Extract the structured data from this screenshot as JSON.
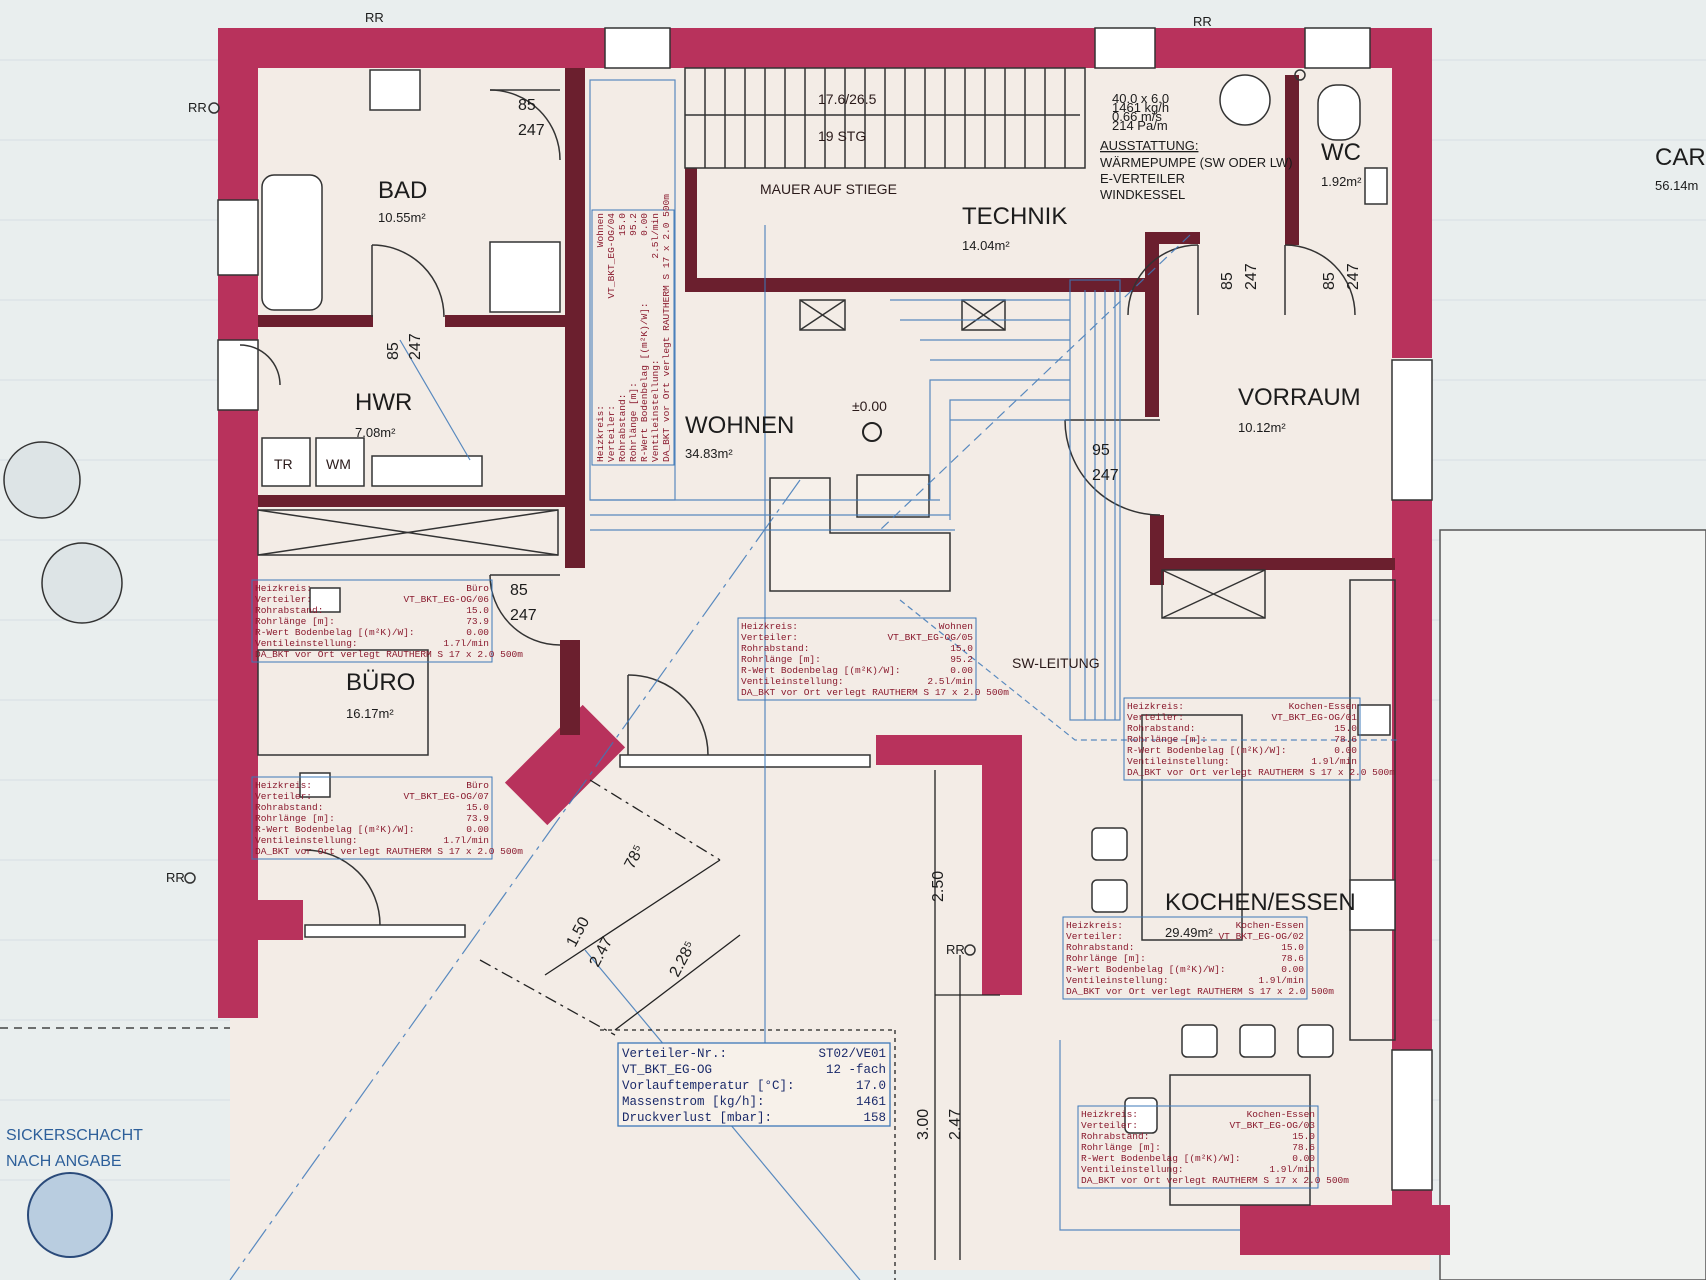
{
  "rooms": {
    "bad": {
      "name": "BAD",
      "area": "10.55m²"
    },
    "hwr": {
      "name": "HWR",
      "area": "7.08m²"
    },
    "buero": {
      "name": "BÜRO",
      "area": "16.17m²"
    },
    "wohnen": {
      "name": "WOHNEN",
      "area": "34.83m²"
    },
    "technik": {
      "name": "TECHNIK",
      "area": "14.04m²"
    },
    "wc": {
      "name": "WC",
      "area": "1.92m²"
    },
    "vorraum": {
      "name": "VORRAUM",
      "area": "10.12m²"
    },
    "kochen": {
      "name": "KOCHEN/ESSEN",
      "area": "29.49m²"
    },
    "carport": {
      "name": "CAR",
      "area": "56.14m"
    }
  },
  "labels": {
    "stair_ratio": "17.6/26.5",
    "stair_steps": "19 STG",
    "mauer": "MAUER AUF STIEGE",
    "level": "±0.00",
    "tr": "TR",
    "wm": "WM",
    "sw_leitung": "SW-LEITUNG",
    "sickerschacht_1": "SICKERSCHACHT",
    "sickerschacht_2": "NACH ANGABE",
    "rr": "RR",
    "tech_specs": [
      "40.0 x 6.0",
      "1461 kg/h",
      "0.66 m/s",
      "214 Pa/m"
    ],
    "ausstattung_title": "AUSSTATTUNG:",
    "ausstattung": [
      "WÄRMEPUMPE (SW ODER LW)",
      "E-VERTEILER",
      "WINDKESSEL"
    ]
  },
  "doors": {
    "d85": "85",
    "d95": "95",
    "d247": "247"
  },
  "dimensions": {
    "d150": "1.50",
    "d247": "2.47",
    "d228": "2.28⁵",
    "d78": "78⁵",
    "d250": "2.50",
    "d300": "3.00"
  },
  "heizkreise": [
    {
      "id": "wohnen_top",
      "lines": [
        "Heizkreis:",
        "Verteiler:",
        "Rohrabstand:",
        "Rohrlänge [m]:",
        "R-Wert Bodenbelag [(m²K)/W]:",
        "Ventileinstellung:",
        "DA_BKT vor Ort verlegt RAUTHERM S 17 x 2.0 500m"
      ],
      "values": [
        "Wohnen",
        "VT_BKT_EG-OG/04",
        "15.0",
        "95.2",
        "0.00",
        "2.5l/min"
      ]
    },
    {
      "id": "buero_top",
      "lines": [
        "Heizkreis:",
        "Verteiler:",
        "Rohrabstand:",
        "Rohrlänge [m]:",
        "R-Wert Bodenbelag [(m²K)/W]:",
        "Ventileinstellung:",
        "DA_BKT vor Ort verlegt RAUTHERM S 17 x 2.0 500m"
      ],
      "values": [
        "Büro",
        "VT_BKT_EG-OG/06",
        "15.0",
        "73.9",
        "0.00",
        "1.7l/min"
      ]
    },
    {
      "id": "buero_bottom",
      "lines": [
        "Heizkreis:",
        "Verteiler:",
        "Rohrabstand:",
        "Rohrlänge [m]:",
        "R-Wert Bodenbelag [(m²K)/W]:",
        "Ventileinstellung:",
        "DA_BKT vor Ort verlegt RAUTHERM S 17 x 2.0 500m"
      ],
      "values": [
        "Büro",
        "VT_BKT_EG-OG/07",
        "15.0",
        "73.9",
        "0.00",
        "1.7l/min"
      ]
    },
    {
      "id": "wohnen_mid",
      "lines": [
        "Heizkreis:",
        "Verteiler:",
        "Rohrabstand:",
        "Rohrlänge [m]:",
        "R-Wert Bodenbelag [(m²K)/W]:",
        "Ventileinstellung:",
        "DA_BKT vor Ort verlegt RAUTHERM S 17 x 2.0 500m"
      ],
      "values": [
        "Wohnen",
        "VT_BKT_EG-OG/05",
        "15.0",
        "95.2",
        "0.00",
        "2.5l/min"
      ]
    },
    {
      "id": "kochen_1",
      "lines": [
        "Heizkreis:",
        "Verteiler:",
        "Rohrabstand:",
        "Rohrlänge [m]:",
        "R-Wert Bodenbelag [(m²K)/W]:",
        "Ventileinstellung:",
        "DA_BKT vor Ort verlegt RAUTHERM S 17 x 2.0 500m"
      ],
      "values": [
        "Kochen-Essen",
        "VT_BKT_EG-OG/01",
        "15.0",
        "78.6",
        "0.00",
        "1.9l/min"
      ]
    },
    {
      "id": "kochen_2",
      "lines": [
        "Heizkreis:",
        "Verteiler:",
        "Rohrabstand:",
        "Rohrlänge [m]:",
        "R-Wert Bodenbelag [(m²K)/W]:",
        "Ventileinstellung:",
        "DA_BKT vor Ort verlegt RAUTHERM S 17 x 2.0 500m"
      ],
      "values": [
        "Kochen-Essen",
        "VT_BKT_EG-OG/02",
        "15.0",
        "78.6",
        "0.00",
        "1.9l/min"
      ]
    },
    {
      "id": "kochen_3",
      "lines": [
        "Heizkreis:",
        "Verteiler:",
        "Rohrabstand:",
        "Rohrlänge [m]:",
        "R-Wert Bodenbelag [(m²K)/W]:",
        "Ventileinstellung:",
        "DA_BKT vor Ort verlegt RAUTHERM S 17 x 2.0 500m"
      ],
      "values": [
        "Kochen-Essen",
        "VT_BKT_EG-OG/03",
        "15.0",
        "78.6",
        "0.00",
        "1.9l/min"
      ]
    }
  ],
  "verteiler": {
    "rows": [
      {
        "label": "Verteiler-Nr.:",
        "value": "ST02/VE01"
      },
      {
        "label": "VT_BKT_EG-OG",
        "value": "12 -fach"
      },
      {
        "label": "Vorlauftemperatur [°C]:",
        "value": "17.0"
      },
      {
        "label": "Massenstrom [kg/h]:",
        "value": "1461"
      },
      {
        "label": "Druckverlust [mbar]:",
        "value": "158"
      }
    ]
  },
  "colors": {
    "wall": "#b8325c",
    "blue": "#3d78b8",
    "paper": "#f3ece6"
  }
}
